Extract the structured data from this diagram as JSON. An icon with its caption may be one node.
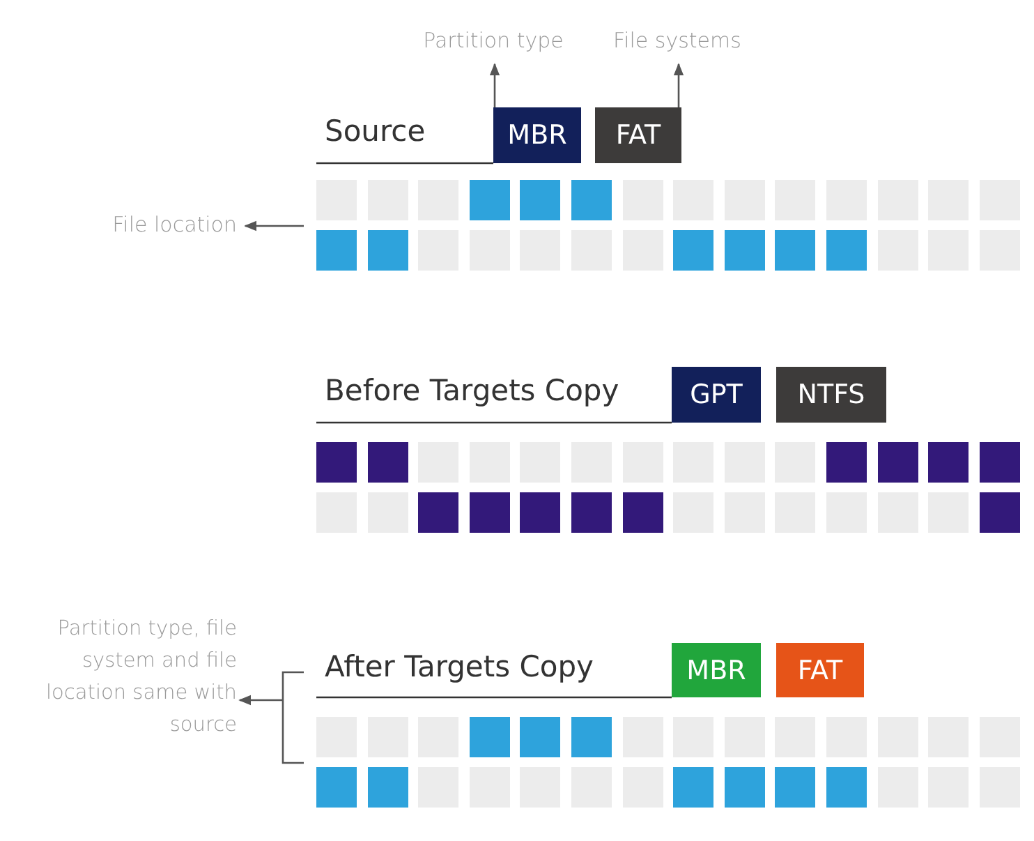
{
  "diagram": {
    "nodes": [
      {
        "text": [
          "Partition type"
        ]
      },
      {
        "text": [
          "File systems"
        ]
      },
      {
        "text": [
          "MBR"
        ]
      },
      {
        "text": [
          "FAT"
        ]
      },
      {
        "text": [
          "File location"
        ]
      },
      {
        "text": [],
        "shape": "box"
      },
      {
        "text": [
          "GPT"
        ]
      },
      {
        "text": [
          "NTFS"
        ]
      },
      {
        "text": [],
        "shape": "box"
      },
      {
        "text": [
          "Partition type, file system and file location same with source"
        ]
      },
      {
        "text": [
          "MBR"
        ]
      },
      {
        "text": [
          "FAT"
        ]
      },
      {
        "text": [],
        "shape": "box"
      }
    ],
    "edges": [
      {
        "from": 2,
        "to": 0,
        "arrow": "to"
      },
      {
        "from": 3,
        "to": 1,
        "arrow": "to"
      },
      {
        "from": 5,
        "to": 4,
        "arrow": "to"
      },
      {
        "from": 12,
        "to": 9,
        "arrow": "to"
      }
    ],
    "labels": [
      "Source",
      "Before Targets Copy",
      "After Targets Copy"
    ]
  }
}
